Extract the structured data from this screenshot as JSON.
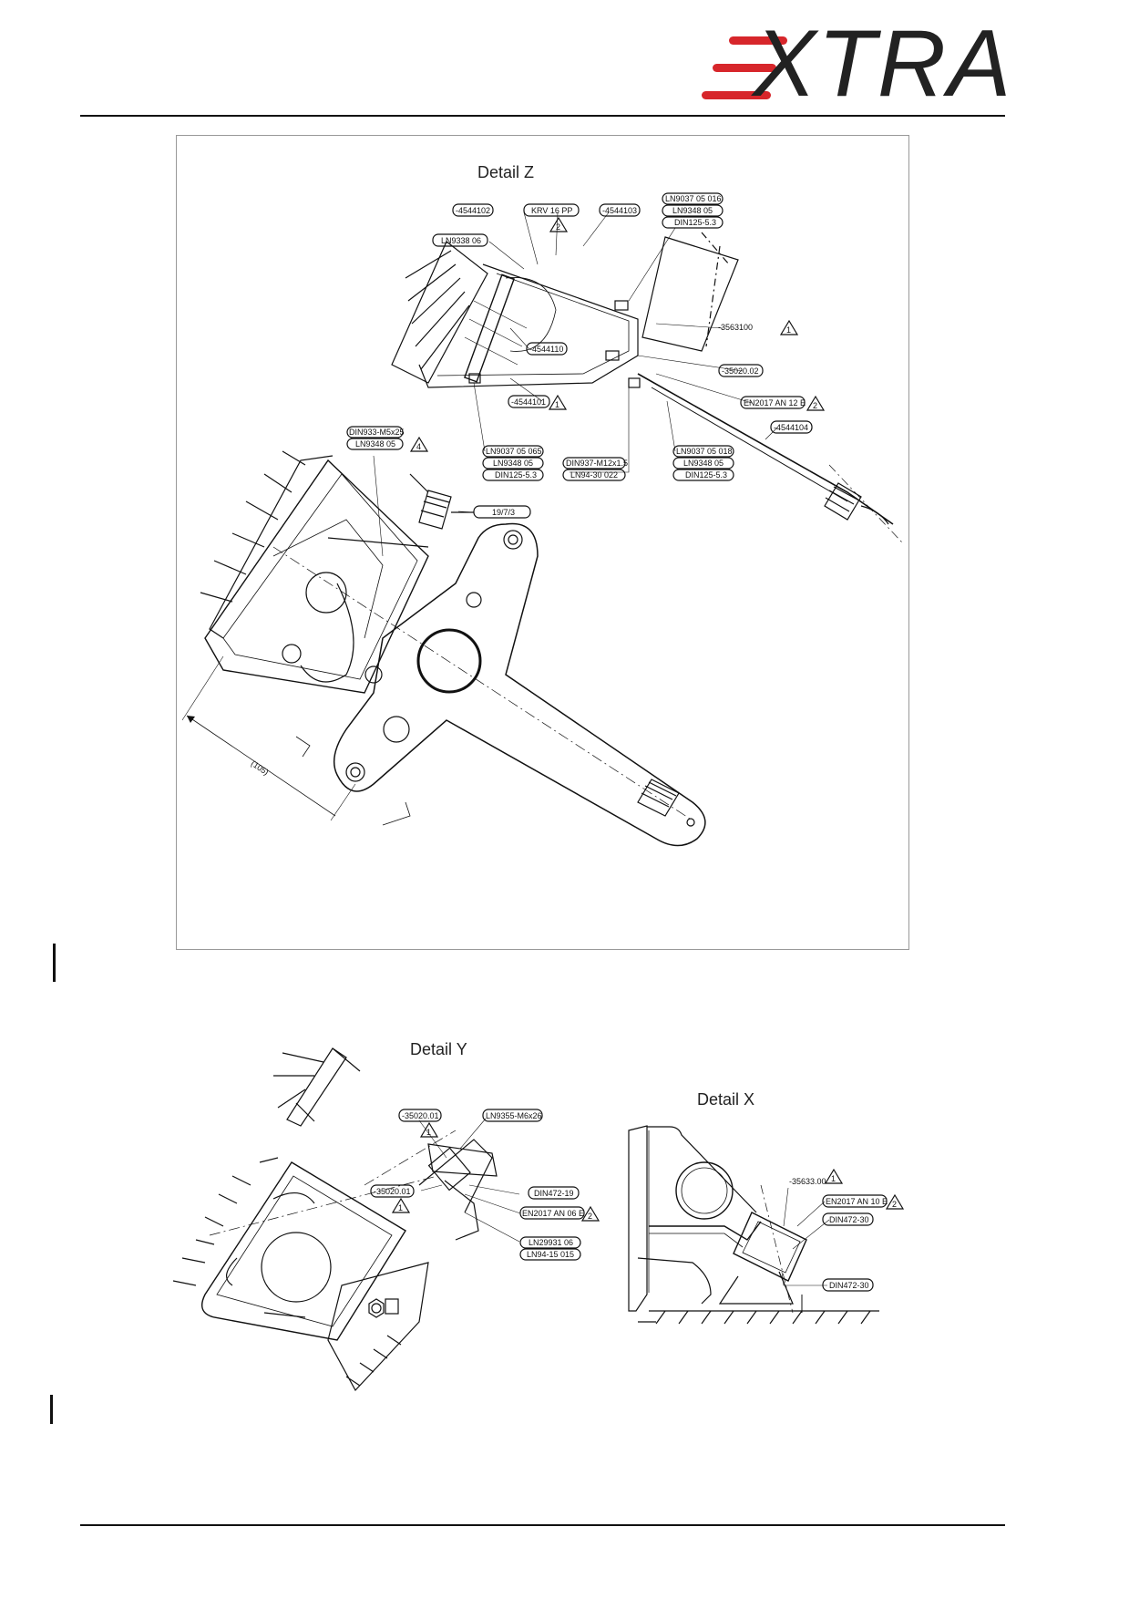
{
  "header": {
    "logo_text": "XTRA",
    "accent_color": "#d7262b"
  },
  "detail_z": {
    "title": "Detail Z",
    "labels": {
      "p4544102": "-4544102",
      "krv": "KRV 16 PP",
      "p4544103": "-4544103",
      "ln9037_016": "LN9037 05 016",
      "ln9348_a": "LN9348 05",
      "din125_a": "DIN125-5.3",
      "ln9338": "LN9338 06",
      "p4544110": "-4544110",
      "p3563100": "-3563100",
      "p3502002": "-35020.02",
      "en2017_12": "EN2017 AN 12 E",
      "p4544101": "-4544101",
      "p4544104": "-4544104",
      "din933": "DIN933-M5x25",
      "ln9348_b": "LN9348 05",
      "ln9037_065": "LN9037 05 065",
      "ln9348_c": "LN9348 05",
      "din125_b": "DIN125-5.3",
      "din937": "DIN937-M12x1.5",
      "ln9430": "LN94-30 022",
      "ln9037_018": "LN9037 05 018",
      "ln9348_d": "LN9348 05",
      "din125_c": "DIN125-5.3",
      "spring": "19/7/3",
      "dim": "(105)"
    },
    "tags": {
      "t1": "2",
      "t2": "1",
      "t3": "2",
      "t4": "1",
      "t5": "4"
    }
  },
  "detail_y": {
    "title": "Detail Y",
    "labels": {
      "p3502001a": "-35020.01",
      "ln9355": "LN9355-M6x26",
      "p3502001b": "-35020.01",
      "din472_19": "DIN472-19",
      "en2017_06": "EN2017 AN 06 E",
      "ln29931": "LN29931 06",
      "ln9415": "LN94-15 015"
    },
    "tags": {
      "t1": "1",
      "t2": "1",
      "t3": "2"
    }
  },
  "detail_x": {
    "title": "Detail X",
    "labels": {
      "p3563300": "-35633.00",
      "en2017_10": "EN2017 AN 10 E",
      "din472_30a": "DIN472-30",
      "din472_30b": "DIN472-30"
    },
    "tags": {
      "t1": "1",
      "t2": "2"
    }
  }
}
